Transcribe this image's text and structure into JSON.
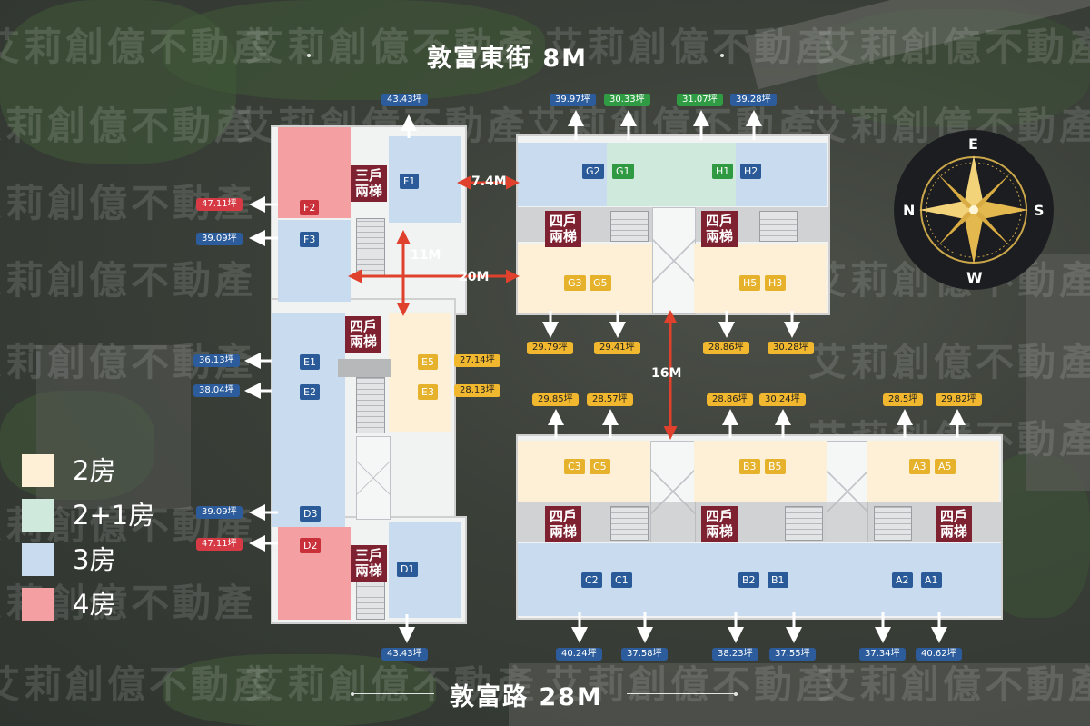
{
  "watermark": "艾莉創億不動產",
  "streets": {
    "north": "敦富東街  8M",
    "south": "敦富路  28M"
  },
  "compass": {
    "n": "N",
    "e": "E",
    "s": "S",
    "w": "W"
  },
  "legend": [
    {
      "label": "2房",
      "color": "#fdf0d6"
    },
    {
      "label": "2+1房",
      "color": "#cfe9dc"
    },
    {
      "label": "3房",
      "color": "#c9dcef"
    },
    {
      "label": "4房",
      "color": "#f4a0a3"
    }
  ],
  "elevator_labels": {
    "three": "三戶\n兩梯",
    "four": "四戶\n兩梯"
  },
  "distances": {
    "d1": "7.4M",
    "d2": "11M",
    "d3": "20M",
    "d4": "16M"
  },
  "unit_labels": {
    "F1": "F1",
    "F2": "F2",
    "F3": "F3",
    "E1": "E1",
    "E2": "E2",
    "E3": "E3",
    "E5": "E5",
    "D1": "D1",
    "D2": "D2",
    "D3": "D3",
    "G1": "G1",
    "G2": "G2",
    "G3": "G3",
    "G5": "G5",
    "H1": "H1",
    "H2": "H2",
    "H3": "H3",
    "H5": "H5",
    "C1": "C1",
    "C2": "C2",
    "C3": "C3",
    "C5": "C5",
    "B1": "B1",
    "B2": "B2",
    "B3": "B3",
    "B5": "B5",
    "A1": "A1",
    "A2": "A2",
    "A3": "A3",
    "A5": "A5"
  },
  "areas": {
    "F1": "43.43坪",
    "F2": "47.11坪",
    "F3": "39.09坪",
    "E1": "36.13坪",
    "E2": "38.04坪",
    "E5": "27.14坪",
    "E3": "28.13坪",
    "D3": "39.09坪",
    "D2": "47.11坪",
    "D1": "43.43坪",
    "G2": "39.97坪",
    "G1": "30.33坪",
    "H1": "31.07坪",
    "H2": "39.28坪",
    "G3": "29.79坪",
    "G5": "29.41坪",
    "H5": "28.86坪",
    "H3": "30.28坪",
    "C3": "29.85坪",
    "C5": "28.57坪",
    "B3": "28.86坪",
    "B5": "30.24坪",
    "A3": "28.5坪",
    "A5": "29.82坪",
    "C2": "40.24坪",
    "C1": "37.58坪",
    "B2": "38.23坪",
    "B1": "37.55坪",
    "A2": "37.34坪",
    "A1": "40.62坪"
  }
}
